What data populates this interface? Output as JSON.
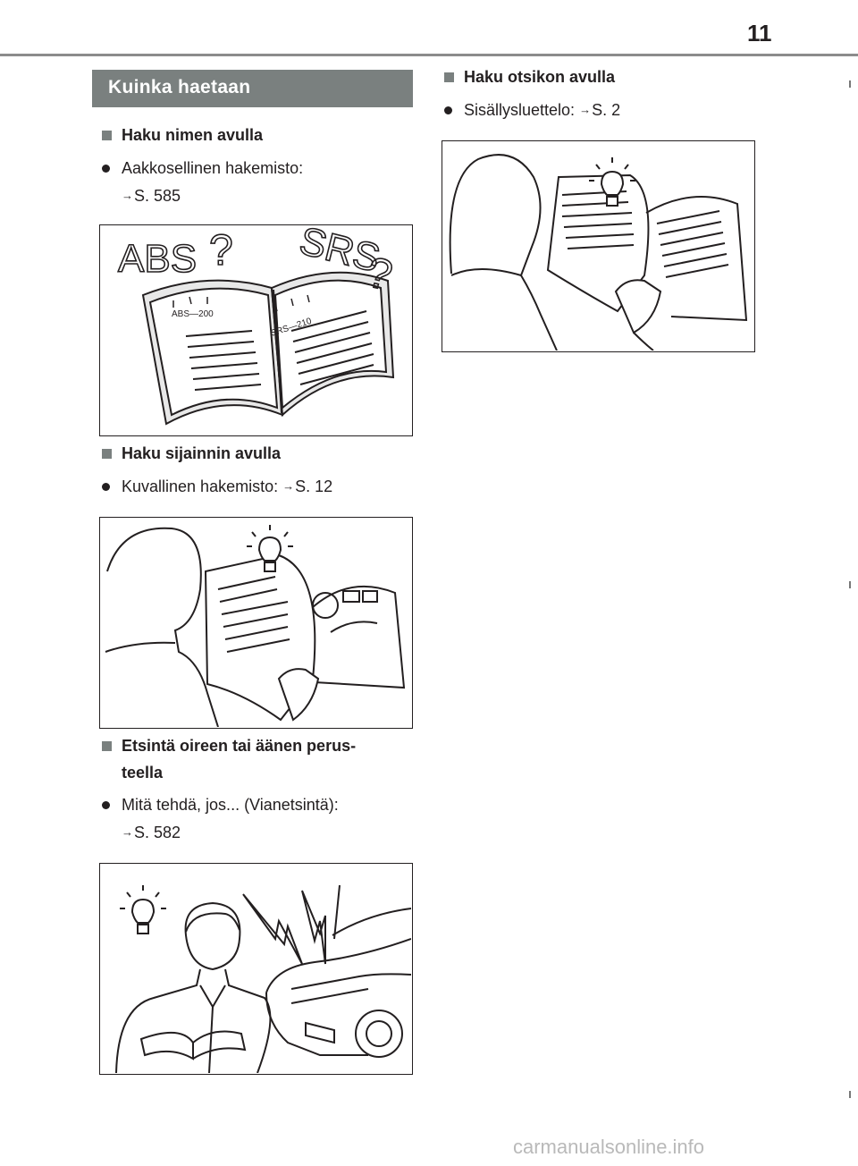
{
  "page": {
    "number": "11"
  },
  "section": {
    "title": "Kuinka haetaan"
  },
  "left_column": {
    "search_by_name": {
      "heading": "Haku nimen avulla",
      "bullet_line1": "Aakkosellinen hakemisto:",
      "bullet_ref": "S. 585",
      "figure_text": {
        "word1": "ABS",
        "word2": "SRS",
        "q": "?",
        "page_tag1": "ABS—200",
        "page_tag2": "SRS—210"
      }
    },
    "search_by_location": {
      "heading": "Haku sijainnin avulla",
      "bullet_text": "Kuvallinen hakemisto: ",
      "bullet_ref": "S. 12"
    },
    "search_by_symptom": {
      "heading_line1": "Etsintä oireen tai äänen perus-",
      "heading_line2": "teella",
      "bullet_line1": "Mitä tehdä, jos... (Vianetsintä):",
      "bullet_ref": "S. 582"
    }
  },
  "right_column": {
    "search_by_title": {
      "heading": "Haku otsikon avulla",
      "bullet_text": "Sisällysluettelo: ",
      "bullet_ref": "S. 2"
    }
  },
  "arrow_glyph": "→",
  "watermark": "carmanualsonline.info"
}
